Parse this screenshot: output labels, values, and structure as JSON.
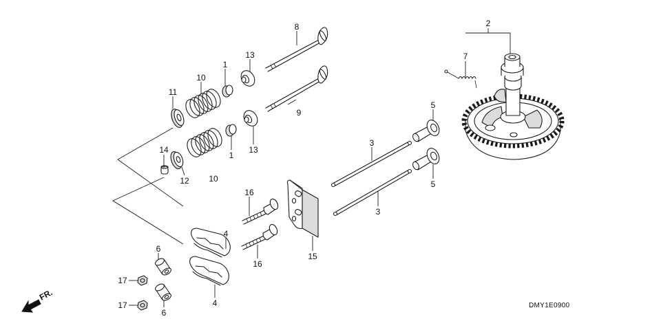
{
  "diagram": {
    "code": "DMY1E0900",
    "direction_label": "FR.",
    "labels": {
      "p1a": "1",
      "p1b": "1",
      "p2": "2",
      "p3a": "3",
      "p3b": "3",
      "p4a": "4",
      "p4b": "4",
      "p5a": "5",
      "p5b": "5",
      "p6a": "6",
      "p6b": "6",
      "p7": "7",
      "p8": "8",
      "p9": "9",
      "p10a": "10",
      "p10b": "10",
      "p11": "11",
      "p12": "12",
      "p13a": "13",
      "p13b": "13",
      "p14": "14",
      "p15": "15",
      "p16a": "16",
      "p16b": "16",
      "p17a": "17",
      "p17b": "17"
    }
  }
}
